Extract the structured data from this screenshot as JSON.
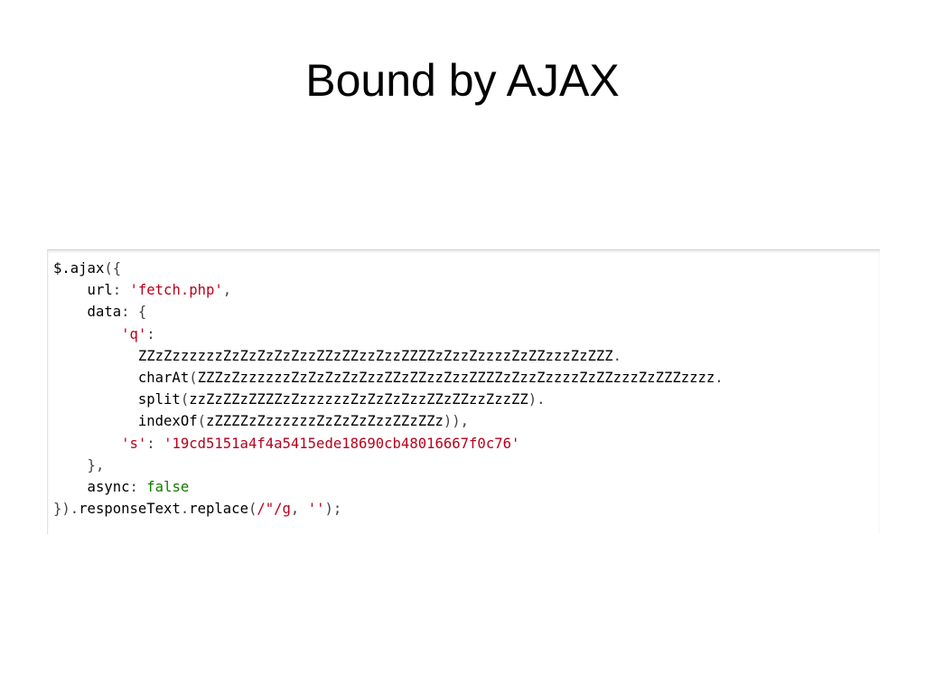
{
  "slide": {
    "title": "Bound by AJAX"
  },
  "code": {
    "lines": [
      [
        {
          "t": "$.ajax",
          "k": "plain"
        },
        {
          "t": "({",
          "k": "punct"
        }
      ],
      [
        {
          "t": "    url",
          "k": "plain"
        },
        {
          "t": ": ",
          "k": "punct"
        },
        {
          "t": "'fetch.php'",
          "k": "string"
        },
        {
          "t": ",",
          "k": "punct"
        }
      ],
      [
        {
          "t": "    data",
          "k": "plain"
        },
        {
          "t": ": {",
          "k": "punct"
        }
      ],
      [
        {
          "t": "        ",
          "k": "plain"
        },
        {
          "t": "'q'",
          "k": "string"
        },
        {
          "t": ":",
          "k": "punct"
        }
      ],
      [
        {
          "t": "          ZZzZzzzzzzZzZzZzZzZzzZZzZZzzZzzZZZZzZzzZzzzzZzZZzzzZzZZZ",
          "k": "plain"
        },
        {
          "t": ".",
          "k": "punct"
        }
      ],
      [
        {
          "t": "          charAt",
          "k": "plain"
        },
        {
          "t": "(",
          "k": "punct"
        },
        {
          "t": "ZZZzZzzzzzzZzZzZzZzZzzZZzZZzzZzzZZZZzZzzZzzzzZzZZzzzZzZZZzzzz",
          "k": "plain"
        },
        {
          "t": ".",
          "k": "punct"
        }
      ],
      [
        {
          "t": "          split",
          "k": "plain"
        },
        {
          "t": "(",
          "k": "punct"
        },
        {
          "t": "zzZzZZzZZZZzZzzzzzzZzZzZzZzzZZzZZzzZzzZZ",
          "k": "plain"
        },
        {
          "t": ").",
          "k": "punct"
        }
      ],
      [
        {
          "t": "          indexOf",
          "k": "plain"
        },
        {
          "t": "(",
          "k": "punct"
        },
        {
          "t": "zZZZZzZzzzzzzZzZzZzZzzZZzZZz",
          "k": "plain"
        },
        {
          "t": ")),",
          "k": "punct"
        }
      ],
      [
        {
          "t": "        ",
          "k": "plain"
        },
        {
          "t": "'s'",
          "k": "string"
        },
        {
          "t": ": ",
          "k": "punct"
        },
        {
          "t": "'19cd5151a4f4a5415ede18690cb48016667f0c76'",
          "k": "string"
        }
      ],
      [
        {
          "t": "    },",
          "k": "punct"
        }
      ],
      [
        {
          "t": "    async",
          "k": "plain"
        },
        {
          "t": ": ",
          "k": "punct"
        },
        {
          "t": "false",
          "k": "keyword"
        }
      ],
      [
        {
          "t": "})",
          "k": "punct"
        },
        {
          "t": ".",
          "k": "punct"
        },
        {
          "t": "responseText",
          "k": "plain"
        },
        {
          "t": ".",
          "k": "punct"
        },
        {
          "t": "replace",
          "k": "plain"
        },
        {
          "t": "(",
          "k": "punct"
        },
        {
          "t": "/\"/g",
          "k": "string"
        },
        {
          "t": ", ",
          "k": "punct"
        },
        {
          "t": "''",
          "k": "string"
        },
        {
          "t": ");",
          "k": "punct"
        }
      ]
    ]
  }
}
